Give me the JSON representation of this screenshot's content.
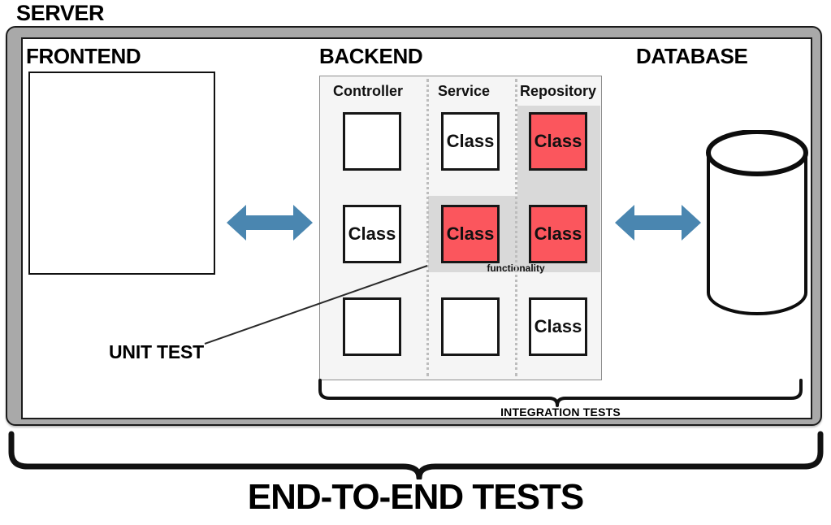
{
  "diagram": {
    "server_title": "SERVER",
    "sections": {
      "frontend": {
        "title": "FRONTEND"
      },
      "backend": {
        "title": "BACKEND"
      },
      "database": {
        "title": "DATABASE"
      }
    },
    "backend": {
      "columns": [
        {
          "name": "Controller",
          "cells": [
            {
              "label": "",
              "highlighted": false
            },
            {
              "label": "Class",
              "highlighted": false
            },
            {
              "label": "",
              "highlighted": false
            }
          ]
        },
        {
          "name": "Service",
          "cells": [
            {
              "label": "Class",
              "highlighted": false
            },
            {
              "label": "Class",
              "highlighted": true
            },
            {
              "label": "",
              "highlighted": false
            }
          ]
        },
        {
          "name": "Repository",
          "cells": [
            {
              "label": "Class",
              "highlighted": true
            },
            {
              "label": "Class",
              "highlighted": true
            },
            {
              "label": "Class",
              "highlighted": false
            }
          ]
        }
      ],
      "functionality_label": "functionality"
    },
    "annotations": {
      "unit_test": "UNIT TEST",
      "integration_tests": "INTEGRATION TESTS",
      "end_to_end_tests": "END-TO-END TESTS"
    },
    "icons": {
      "arrow_frontend_backend": "double-arrow-icon",
      "arrow_backend_database": "double-arrow-icon",
      "database": "database-cylinder-icon"
    },
    "colors": {
      "highlight_red": "#fb565d",
      "arrow_blue": "#4a86b0",
      "frame_gray": "#a9a9a9",
      "panel_gray": "#f5f5f5",
      "band_gray": "#d9d9d9",
      "ink": "#111111"
    }
  }
}
